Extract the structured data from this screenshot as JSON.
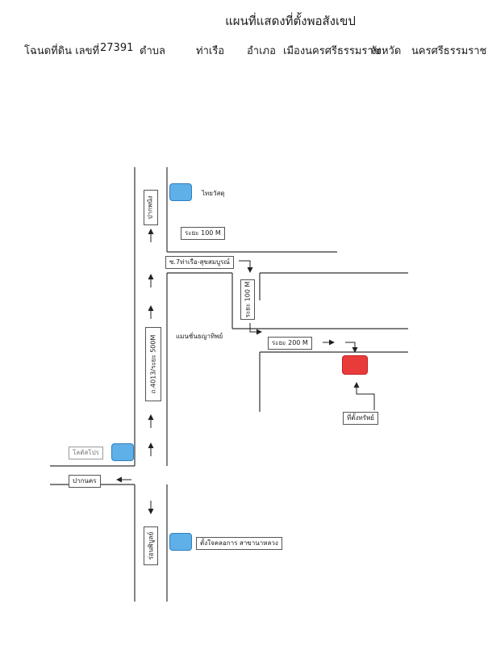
{
  "header": {
    "title": "แผนที่แสดงที่ตั้งพอสังเขป",
    "deed_label": "โฉนดที่ดิน เลขที่",
    "deed_number": "27391",
    "subdistrict_label": "ตำบล",
    "subdistrict": "ท่าเรือ",
    "district_label": "อำเภอ",
    "district": "เมืองนครศรีธรรมราช",
    "province_label": "จังหวัด",
    "province": "นครศรีธรรมราช"
  },
  "map": {
    "labels": {
      "pakphun": "ปากพนัง",
      "thaiwatsadu": "ไทยวัสดุ",
      "distance_100_top": "ระยะ 100 M",
      "soi_7": "ซ.7ท่าเรือ-สุขสมบูรณ์",
      "distance_100_vertical": "ระยะ 100 M",
      "village": "แมนชั่นธญาทิพย์",
      "road_4013": "ถ.4013/ระยะ 500M",
      "distance_200": "ระยะ 200 M",
      "property": "ที่ตั้งทรัพย์",
      "lotus": "โลตัสโปร",
      "paknakhon": "ปากนคร",
      "ronphibun": "ร่อนพิบูลย์",
      "bank_branch": "ตั้งใจคลอการ สาขานาหลวง"
    },
    "colors": {
      "landmark": "#5fb0e8",
      "property_marker": "#ea3b3b",
      "road_line": "#333333"
    }
  }
}
